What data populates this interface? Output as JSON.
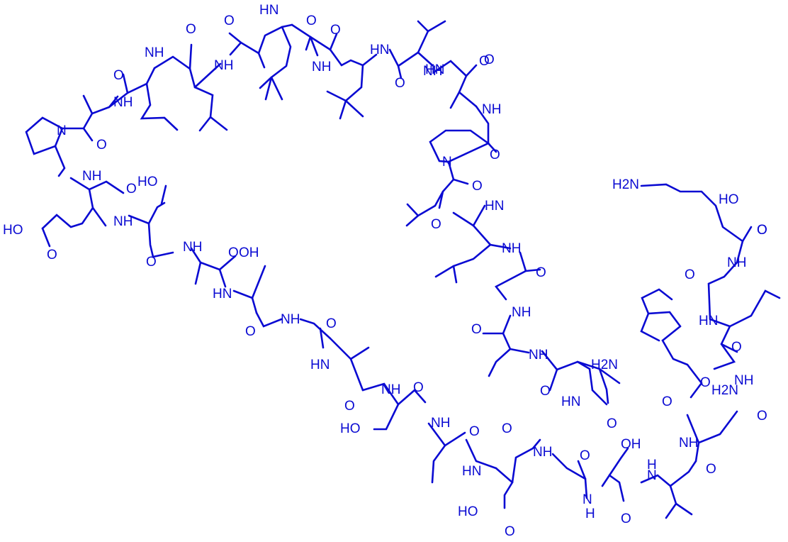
{
  "ink_color": "#0a0ad2",
  "background_color": "#ffffff",
  "labels": [
    {
      "id": "nh-a1",
      "text": "NH"
    },
    {
      "id": "o-a1",
      "text": "O"
    },
    {
      "id": "nh-a2",
      "text": "NH"
    },
    {
      "id": "o-a2",
      "text": "O"
    },
    {
      "id": "nh-a3",
      "text": "NH"
    },
    {
      "id": "o-a3",
      "text": "O"
    },
    {
      "id": "hn-a4",
      "text": "HN"
    },
    {
      "id": "o-a4",
      "text": "O"
    },
    {
      "id": "nh-a5",
      "text": "NH"
    },
    {
      "id": "o-a5",
      "text": "O"
    },
    {
      "id": "o-a6",
      "text": "O"
    },
    {
      "id": "hn-a6",
      "text": "HN"
    },
    {
      "id": "o-a7",
      "text": "O"
    },
    {
      "id": "nh-a7",
      "text": "NH"
    },
    {
      "id": "o-a8",
      "text": "O"
    },
    {
      "id": "n-pro1",
      "text": "N"
    },
    {
      "id": "o-a9",
      "text": "O"
    },
    {
      "id": "nh-a9",
      "text": "NH"
    },
    {
      "id": "o-a10",
      "text": "O"
    },
    {
      "id": "ho-ser1",
      "text": "HO"
    },
    {
      "id": "ho-glu",
      "text": "HO"
    },
    {
      "id": "nh-a10",
      "text": "NH"
    },
    {
      "id": "o-glu",
      "text": "O"
    },
    {
      "id": "o-a11",
      "text": "O"
    },
    {
      "id": "nh-a11",
      "text": "NH"
    },
    {
      "id": "o-a12",
      "text": "O"
    },
    {
      "id": "ho-ser2",
      "text": "OH"
    },
    {
      "id": "hn-a12",
      "text": "HN"
    },
    {
      "id": "o-a13",
      "text": "O"
    },
    {
      "id": "nh-a13",
      "text": "NH"
    },
    {
      "id": "o-a14",
      "text": "O"
    },
    {
      "id": "hn-a14",
      "text": "HN"
    },
    {
      "id": "o-a15",
      "text": "O"
    },
    {
      "id": "nh-a15",
      "text": "NH"
    },
    {
      "id": "o-a16",
      "text": "O"
    },
    {
      "id": "ho-ser3",
      "text": "HO"
    },
    {
      "id": "nh-a16",
      "text": "NH"
    },
    {
      "id": "o-a17",
      "text": "O"
    },
    {
      "id": "o-a18",
      "text": "O"
    },
    {
      "id": "hn-a18",
      "text": "HN"
    },
    {
      "id": "nh-a19",
      "text": "NH"
    },
    {
      "id": "o-a19",
      "text": "O"
    },
    {
      "id": "ho-asp",
      "text": "HO"
    },
    {
      "id": "o-asp",
      "text": "O"
    },
    {
      "id": "o-a20",
      "text": "O"
    },
    {
      "id": "n-a20",
      "text": "N"
    },
    {
      "id": "h-a20",
      "text": "H"
    },
    {
      "id": "oh-ser4",
      "text": "OH"
    },
    {
      "id": "n-a21",
      "text": "N"
    },
    {
      "id": "h-a21",
      "text": "H"
    },
    {
      "id": "o-a21",
      "text": "O"
    },
    {
      "id": "o-a22",
      "text": "O"
    },
    {
      "id": "nh-a22",
      "text": "NH"
    },
    {
      "id": "o-a23",
      "text": "O"
    },
    {
      "id": "h2n-a23",
      "text": "H2N"
    },
    {
      "id": "o-asn",
      "text": "O"
    },
    {
      "id": "nh-a24",
      "text": "NH"
    },
    {
      "id": "o-a24",
      "text": "O"
    },
    {
      "id": "hn-a25",
      "text": "HN"
    },
    {
      "id": "o-a25",
      "text": "O"
    },
    {
      "id": "nh-a26",
      "text": "NH"
    },
    {
      "id": "o-a26",
      "text": "O"
    },
    {
      "id": "h2n-lys",
      "text": "H2N"
    },
    {
      "id": "ho-lys",
      "text": "HO"
    },
    {
      "id": "o-lys",
      "text": "O"
    },
    {
      "id": "h2n-nterm",
      "text": "H2N"
    },
    {
      "id": "hn-a27",
      "text": "HN"
    },
    {
      "id": "o-a27",
      "text": "O"
    },
    {
      "id": "o-a28",
      "text": "O"
    },
    {
      "id": "nh-a28",
      "text": "NH"
    },
    {
      "id": "o-a29",
      "text": "O"
    },
    {
      "id": "nh-a29",
      "text": "NH"
    },
    {
      "id": "o-a30",
      "text": "O"
    },
    {
      "id": "nh-a30",
      "text": "NH"
    },
    {
      "id": "hn-a31",
      "text": "HN"
    },
    {
      "id": "o-a31",
      "text": "O"
    },
    {
      "id": "n-pro2",
      "text": "N"
    },
    {
      "id": "o-a32",
      "text": "O"
    },
    {
      "id": "nh-a32",
      "text": "NH"
    },
    {
      "id": "hn-a33",
      "text": "HN"
    },
    {
      "id": "o-a33",
      "text": "O"
    }
  ]
}
